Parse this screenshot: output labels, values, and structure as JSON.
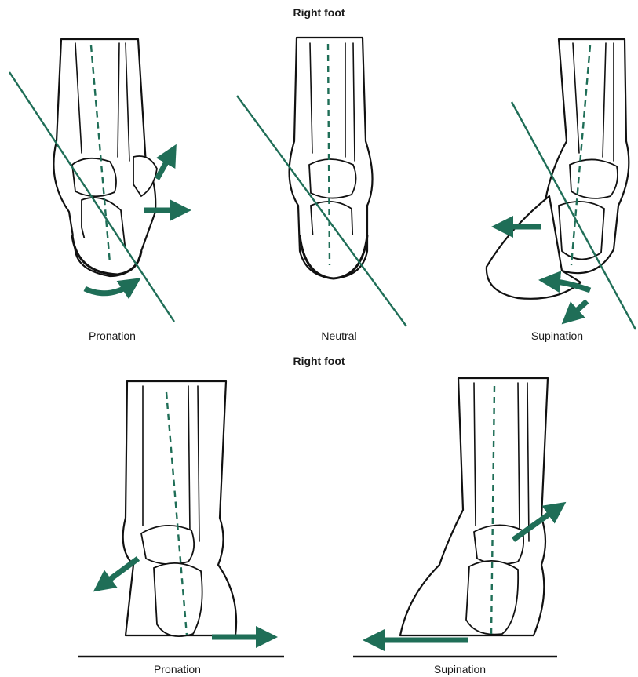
{
  "top_panel": {
    "title": "Right foot",
    "labels": {
      "left": "Pronation",
      "center": "Neutral",
      "right": "Supination"
    }
  },
  "bottom_panel": {
    "title": "Right foot",
    "labels": {
      "left": "Pronation",
      "right": "Supination"
    }
  },
  "colors": {
    "accent": "#1f6e57",
    "outline": "#111111"
  }
}
